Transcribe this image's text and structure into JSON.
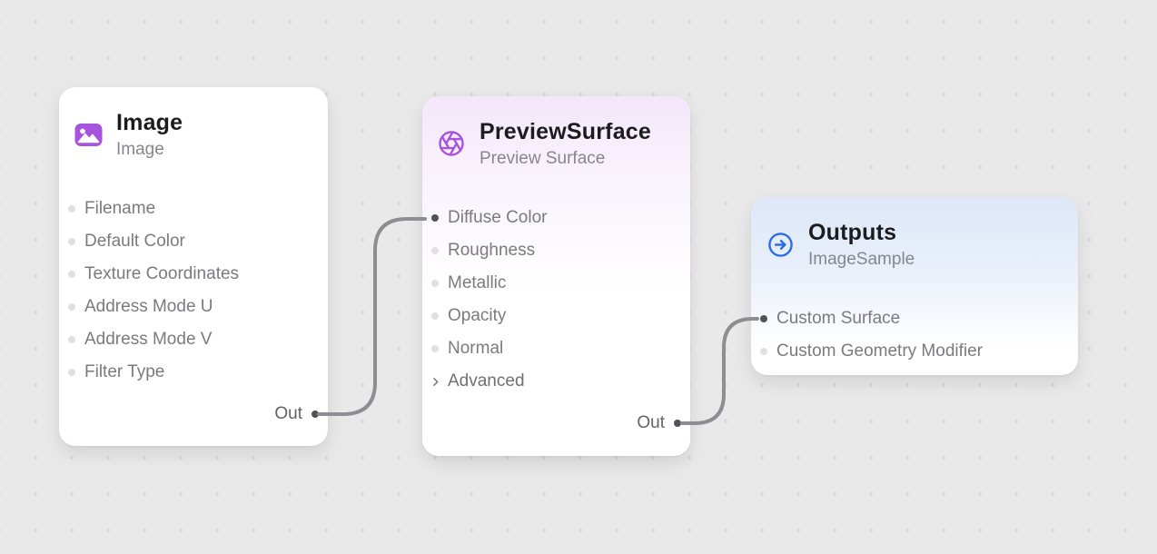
{
  "canvas": {
    "type": "shader-node-graph",
    "background": "#e9e9e9",
    "dot_grid": true
  },
  "colors": {
    "purple_accent": "#a852e0",
    "blue_accent": "#2e6be6",
    "wire": "#8d8d92",
    "purple_header_tint": "#f3e7fa",
    "blue_header_tint": "#dde7f8"
  },
  "nodes": [
    {
      "title": "Image",
      "subtitle": "Image",
      "icon": "image-icon",
      "inputs": [
        {
          "label": "Filename",
          "connected": false
        },
        {
          "label": "Default Color",
          "connected": false
        },
        {
          "label": "Texture Coordinates",
          "connected": false
        },
        {
          "label": "Address Mode U",
          "connected": false
        },
        {
          "label": "Address Mode V",
          "connected": false
        },
        {
          "label": "Filter Type",
          "connected": false
        }
      ],
      "output": {
        "label": "Out",
        "connected": true
      }
    },
    {
      "title": "PreviewSurface",
      "subtitle": "Preview Surface",
      "icon": "aperture-icon",
      "inputs": [
        {
          "label": "Diffuse Color",
          "connected": true
        },
        {
          "label": "Roughness",
          "connected": false
        },
        {
          "label": "Metallic",
          "connected": false
        },
        {
          "label": "Opacity",
          "connected": false
        },
        {
          "label": "Normal",
          "connected": false
        }
      ],
      "disclosure": {
        "label": "Advanced",
        "state": "collapsed"
      },
      "output": {
        "label": "Out",
        "connected": true
      }
    },
    {
      "title": "Outputs",
      "subtitle": "ImageSample",
      "icon": "arrow-right-circle-icon",
      "inputs": [
        {
          "label": "Custom Surface",
          "connected": true
        },
        {
          "label": "Custom Geometry Modifier",
          "connected": false
        }
      ]
    }
  ],
  "edges": [
    {
      "from": "Image.Out",
      "to": "PreviewSurface.Diffuse Color"
    },
    {
      "from": "PreviewSurface.Out",
      "to": "Outputs.Custom Surface"
    }
  ]
}
